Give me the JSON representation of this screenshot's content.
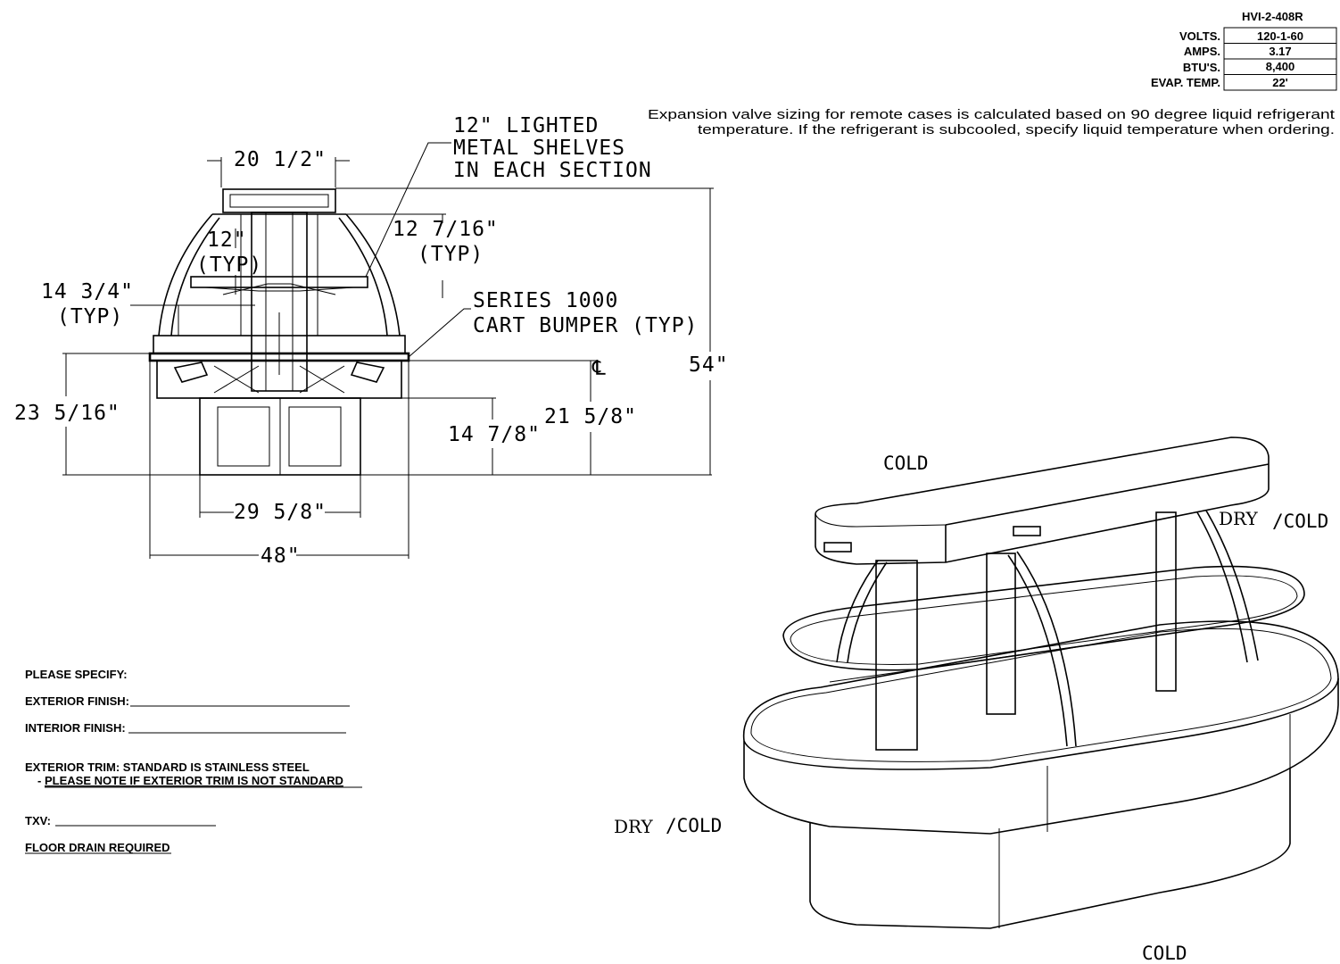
{
  "model": "HVI-2-408R",
  "specs": [
    {
      "label": "VOLTS.",
      "value": "120-1-60"
    },
    {
      "label": "AMPS.",
      "value": "3.17"
    },
    {
      "label": "BTU'S.",
      "value": "8,400"
    },
    {
      "label": "EVAP. TEMP.",
      "value": "22'"
    }
  ],
  "expansion_note": {
    "line1": "Expansion valve sizing for remote cases is calculated based on 90 degree liquid refrigerant",
    "line2": "temperature. If the refrigerant is subcooled, specify liquid temperature when ordering."
  },
  "dimensions": {
    "top_width": "20 1/2\"",
    "shelf_note_1": "12\" LIGHTED",
    "shelf_note_2": "METAL SHELVES",
    "shelf_note_3": "IN EACH SECTION",
    "shelf_depth": "12 7/16\"",
    "shelf_depth_typ": "(TYP)",
    "shelf_spacing": "12\"",
    "shelf_spacing_typ": "(TYP)",
    "deck_width": "14 3/4\"",
    "deck_width_typ": "(TYP)",
    "bumper_1": "SERIES 1000",
    "bumper_2": "CART BUMPER (TYP)",
    "centerline": "℄",
    "total_height": "54\"",
    "deck_height": "23 5/16\"",
    "base_height": "14 7/8\"",
    "rail_height": "21 5/8\"",
    "base_width": "29 5/8\"",
    "overall_width": "48\""
  },
  "form": {
    "please_specify": "PLEASE SPECIFY:",
    "exterior_finish": "EXTERIOR FINISH:",
    "interior_finish": "INTERIOR FINISH:",
    "exterior_trim": "EXTERIOR TRIM: STANDARD IS STAINLESS STEEL",
    "trim_note_prefix": "-",
    "trim_note": "PLEASE NOTE IF EXTERIOR TRIM IS NOT STANDARD",
    "txv": "TXV:",
    "floor_drain": "FLOOR DRAIN REQUIRED"
  },
  "iso_labels": {
    "cold_top": "COLD",
    "dry_right": "DRY",
    "cold_right": "/COLD",
    "dry_left": "DRY",
    "cold_left": "/COLD",
    "cold_bottom": "COLD"
  },
  "icons": [
    "centerline-symbol",
    "light-fixture-icon"
  ]
}
